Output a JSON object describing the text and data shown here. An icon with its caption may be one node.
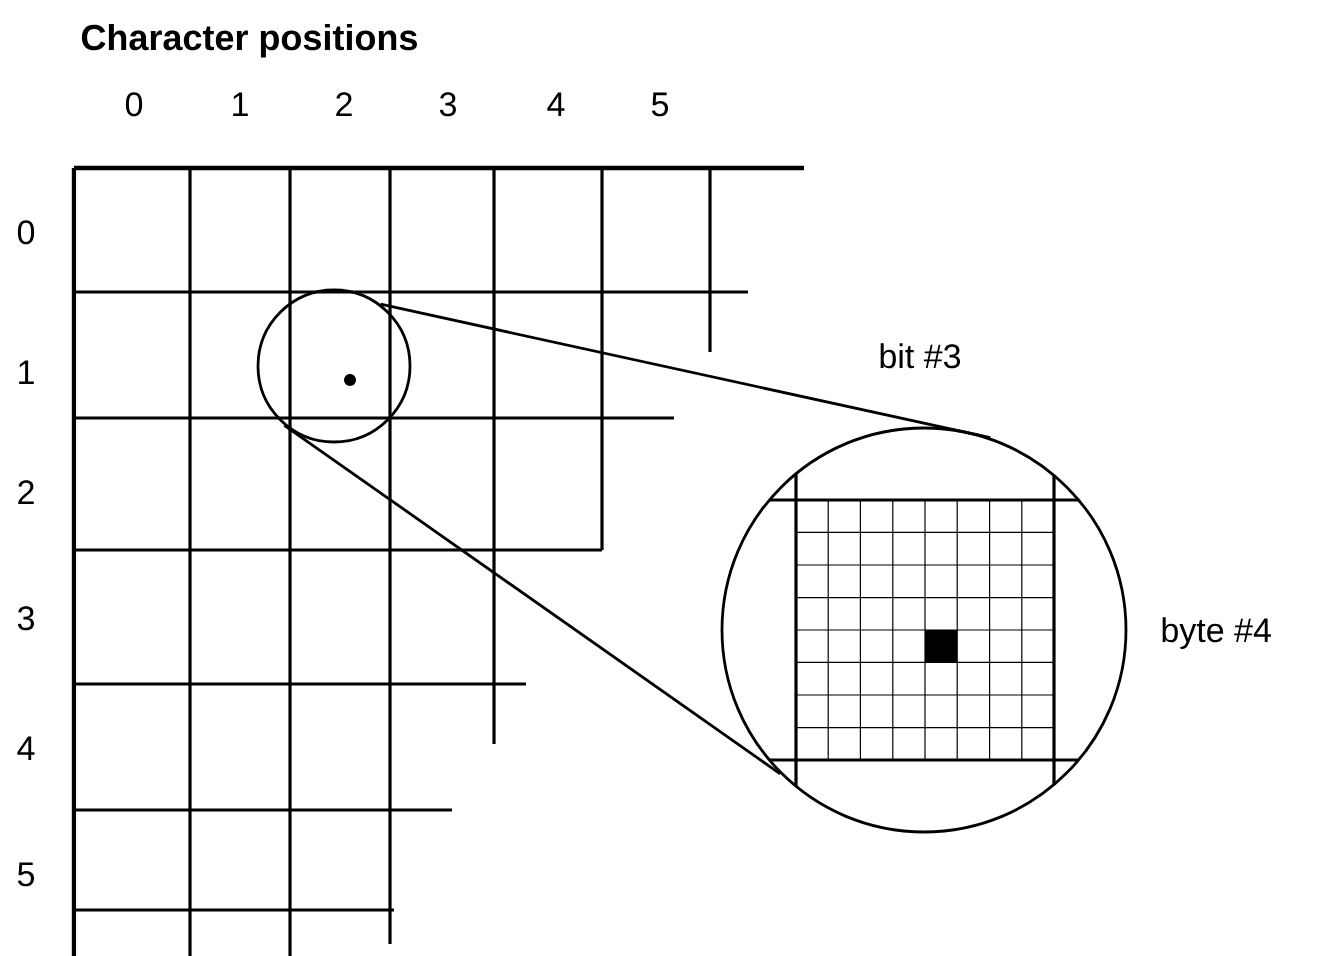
{
  "diagram": {
    "title": "Character positions",
    "nodes": [
      {
        "text": [],
        "shape": "circle"
      },
      {
        "text": [],
        "shape": "circle"
      }
    ],
    "edges": [
      {
        "from": 0,
        "to": 1,
        "arrow": "none"
      },
      {
        "from": 0,
        "to": 1,
        "arrow": "none"
      }
    ],
    "labels": [
      "0",
      "1",
      "2",
      "3",
      "4",
      "5",
      "0",
      "1",
      "2",
      "3",
      "4",
      "5",
      "bit #3",
      "byte #4"
    ]
  }
}
